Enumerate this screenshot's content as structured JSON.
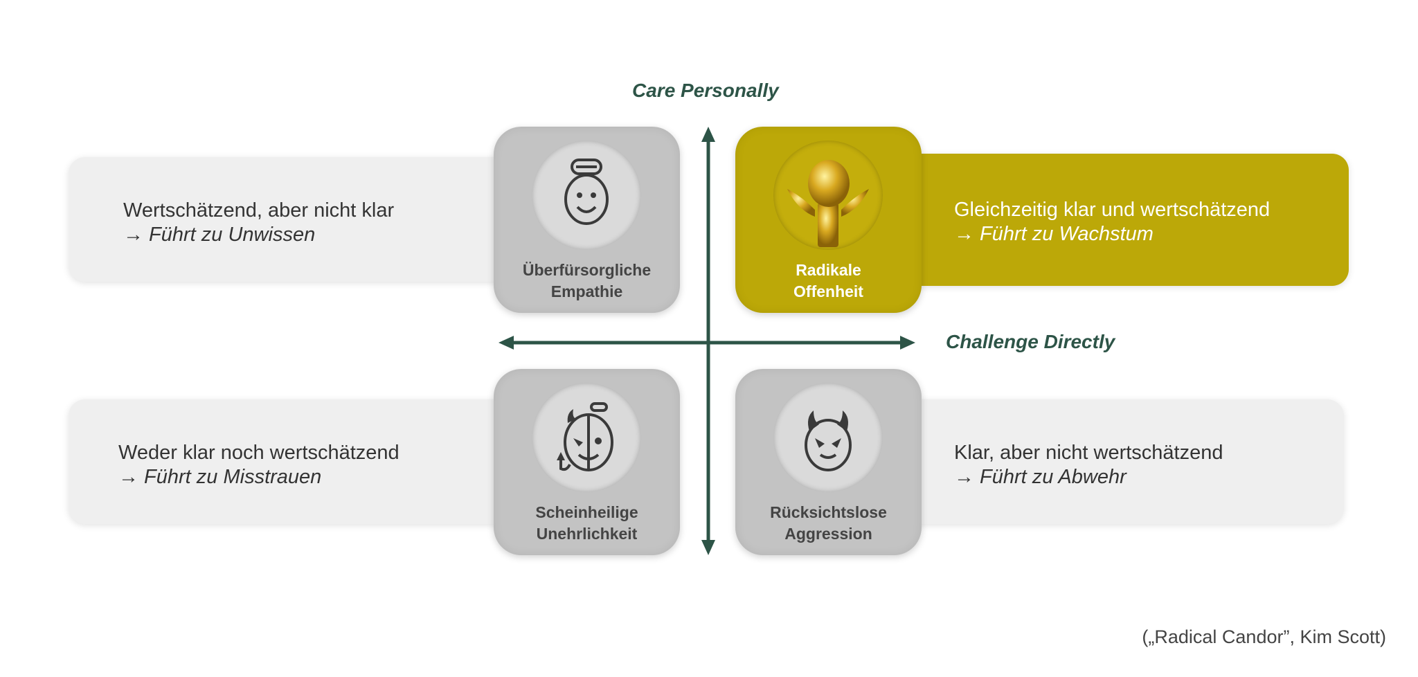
{
  "axes": {
    "vertical_label": "Care Personally",
    "horizontal_label": "Challenge Directly",
    "color": "#2d5447"
  },
  "quadrants": [
    {
      "title_line1": "Überfürsorgliche",
      "title_line2": "Empathie",
      "description": "Wertschätzend, aber nicht klar",
      "consequence": "→ Führt zu Unwissen",
      "icon": "angel-face-icon"
    },
    {
      "title_line1": "Radikale",
      "title_line2": "Offenheit",
      "description": "Gleichzeitig klar und wertschätzend",
      "consequence": "→ Führt zu Wachstum",
      "icon": "golden-trophy-icon",
      "color": "#bca808"
    },
    {
      "title_line1": "Scheinheilige",
      "title_line2": "Unehrlichkeit",
      "description": "Weder klar noch wertschätzend",
      "consequence": "→ Führt zu Misstrauen",
      "icon": "half-angel-half-devil-icon"
    },
    {
      "title_line1": "Rücksichtslose",
      "title_line2": "Aggression",
      "description": "Klar, aber nicht wertschätzend",
      "consequence": "→ Führt zu Abwehr",
      "icon": "devil-face-icon"
    }
  ],
  "footnote": "(„Radical Candor”, Kim Scott)"
}
